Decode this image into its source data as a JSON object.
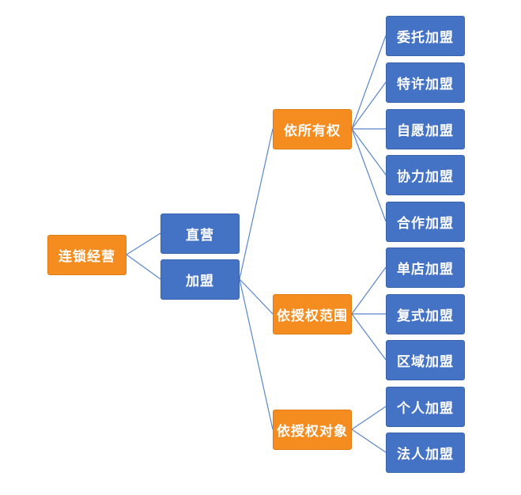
{
  "diagram": {
    "root": "连锁经营",
    "level1": [
      "直营",
      "加盟"
    ],
    "level2": [
      "依所有权",
      "依授权范围",
      "依授权对象"
    ],
    "ownership_children": [
      "委托加盟",
      "特许加盟",
      "自愿加盟",
      "协力加盟",
      "合作加盟"
    ],
    "scope_children": [
      "单店加盟",
      "复式加盟",
      "区域加盟"
    ],
    "object_children": [
      "个人加盟",
      "法人加盟"
    ]
  },
  "colors": {
    "category_node": "#f58c1f",
    "leaf_node": "#4472c4",
    "connector": "#5b86c9"
  }
}
